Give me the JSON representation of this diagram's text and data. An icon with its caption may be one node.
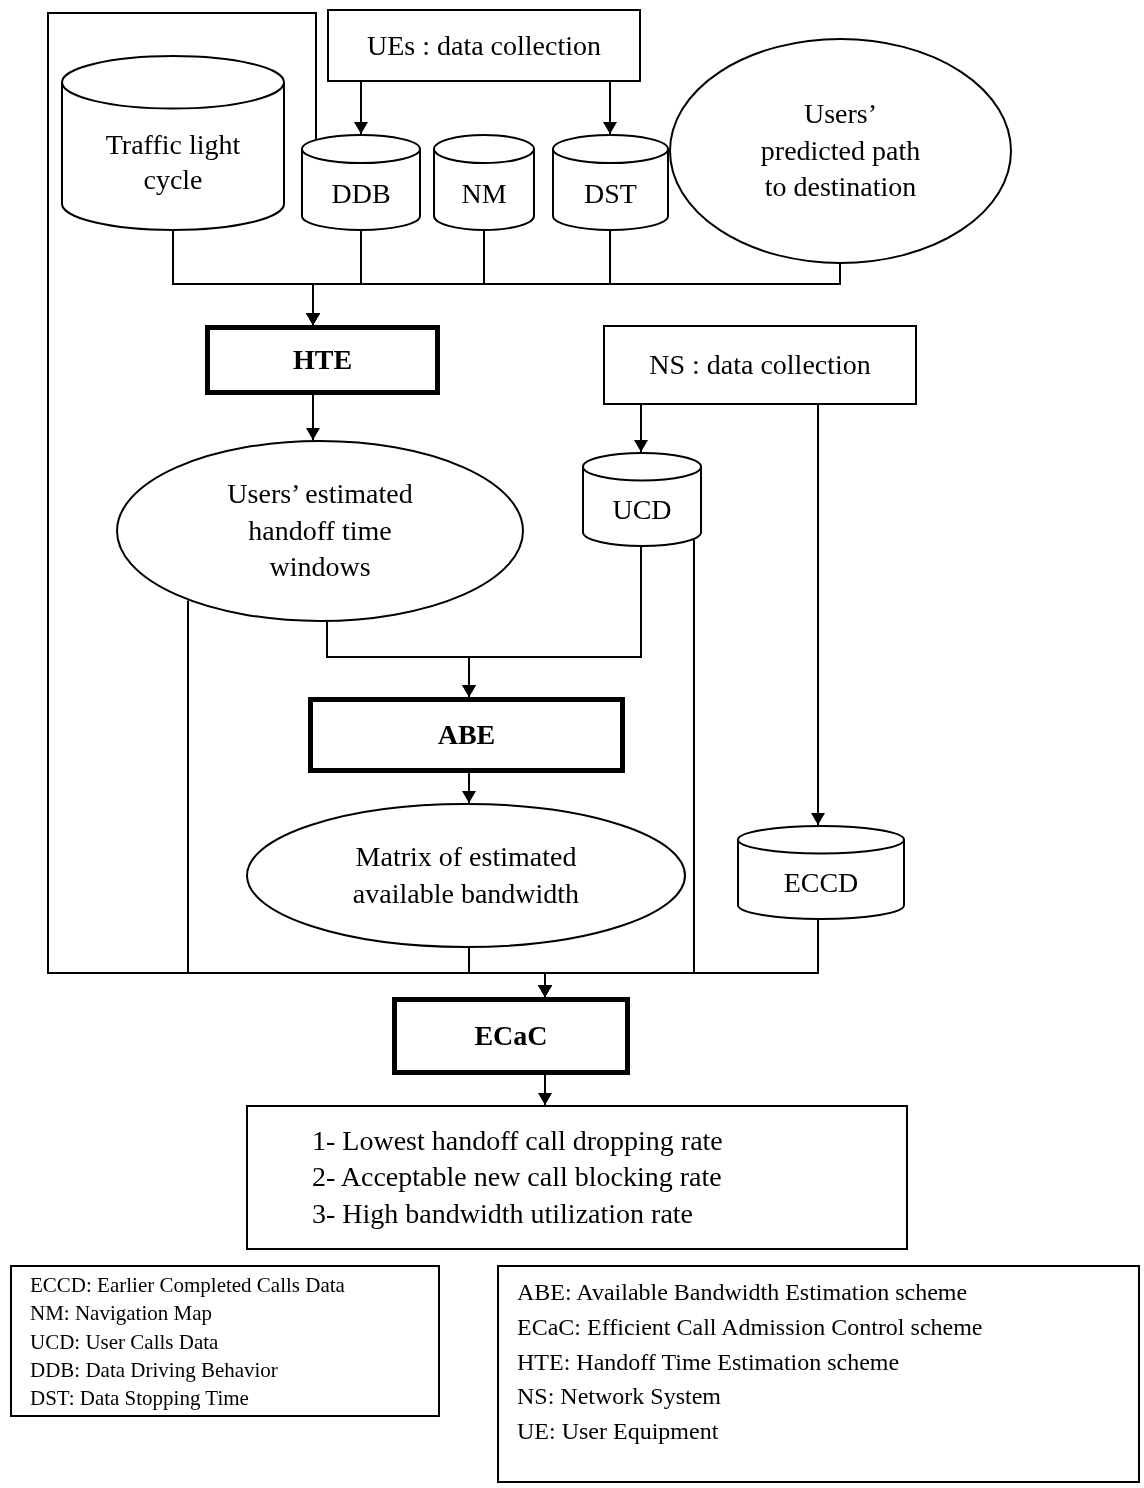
{
  "diagram": {
    "nodes": [
      {
        "text": [
          "UEs : data collection"
        ]
      },
      {
        "text": [
          "Traffic light cycle"
        ]
      },
      {
        "text": [
          "DDB"
        ]
      },
      {
        "text": [
          "NM"
        ]
      },
      {
        "text": [
          "DST"
        ]
      },
      {
        "text": [
          "Users’ predicted path to destination"
        ]
      },
      {
        "text": [
          "HTE"
        ]
      },
      {
        "text": [
          "NS : data collection"
        ]
      },
      {
        "text": [
          "Users’ estimated handoff time windows"
        ]
      },
      {
        "text": [
          "UCD"
        ]
      },
      {
        "text": [
          "ABE"
        ]
      },
      {
        "text": [
          "Matrix of estimated available bandwidth"
        ]
      },
      {
        "text": [
          "ECCD"
        ]
      },
      {
        "text": [
          "ECaC"
        ]
      },
      {
        "text": [
          "1- Lowest handoff call dropping rate",
          "2- Acceptable new call blocking rate",
          "3- High bandwidth utilization rate"
        ]
      },
      {
        "text": [
          "ECCD: Earlier Completed Calls Data",
          "NM: Navigation Map",
          "UCD: User Calls Data",
          "DDB: Data Driving Behavior",
          "DST: Data Stopping Time"
        ]
      },
      {
        "text": [
          "ABE: Available Bandwidth Estimation scheme",
          "ECaC: Efficient Call Admission Control scheme",
          "HTE: Handoff Time Estimation scheme",
          "NS: Network System",
          "UE: User Equipment"
        ]
      }
    ],
    "edges": [
      {
        "from": 0,
        "to": 2,
        "arrow": "to"
      },
      {
        "from": 0,
        "to": 4,
        "arrow": "to"
      },
      {
        "from": 1,
        "to": 6,
        "arrow": "to"
      },
      {
        "from": 2,
        "to": 6,
        "arrow": "to"
      },
      {
        "from": 3,
        "to": 6,
        "arrow": "to"
      },
      {
        "from": 4,
        "to": 6,
        "arrow": "to"
      },
      {
        "from": 5,
        "to": 6,
        "arrow": "to"
      },
      {
        "from": 6,
        "to": 8,
        "arrow": "to"
      },
      {
        "from": 7,
        "to": 9,
        "arrow": "to"
      },
      {
        "from": 7,
        "to": 12,
        "arrow": "to"
      },
      {
        "from": 8,
        "to": 10,
        "arrow": "to"
      },
      {
        "from": 9,
        "to": 10,
        "arrow": "to"
      },
      {
        "from": 10,
        "to": 11,
        "arrow": "to"
      },
      {
        "from": 2,
        "to": 13,
        "arrow": "to"
      },
      {
        "from": 8,
        "to": 13,
        "arrow": "to"
      },
      {
        "from": 11,
        "to": 13,
        "arrow": "to"
      },
      {
        "from": 9,
        "to": 13,
        "arrow": "to"
      },
      {
        "from": 12,
        "to": 13,
        "arrow": "to"
      },
      {
        "from": 13,
        "to": 14,
        "arrow": "to"
      }
    ]
  }
}
